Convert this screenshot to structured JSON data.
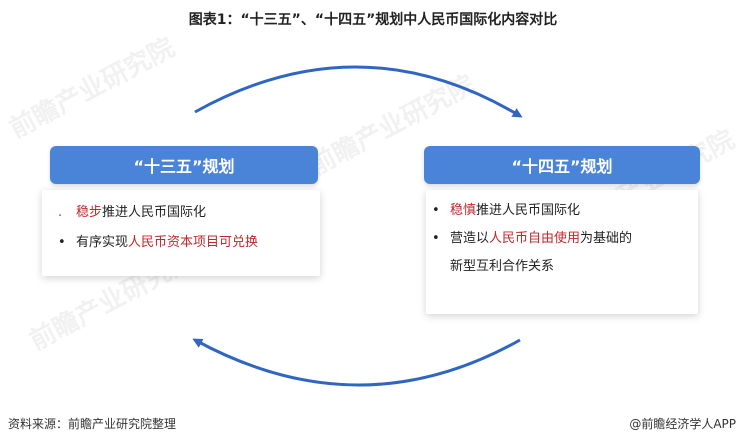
{
  "title": "图表1：“十三五”、“十四五”规划中人民币国际化内容对比",
  "watermark_text": "前瞻产业研究院",
  "left_panel": {
    "header": "“十三五”规划",
    "items": [
      {
        "parts": [
          {
            "text": "稳步",
            "highlight": true
          },
          {
            "text": "推进人民币国际化",
            "highlight": false
          }
        ]
      },
      {
        "parts": [
          {
            "text": "有序实现",
            "highlight": false
          },
          {
            "text": "人民币资本项目可兑换",
            "highlight": true
          }
        ]
      }
    ]
  },
  "right_panel": {
    "header": "“十四五”规划",
    "items": [
      {
        "parts": [
          {
            "text": "稳慎",
            "highlight": true
          },
          {
            "text": "推进人民币国际化",
            "highlight": false
          }
        ]
      },
      {
        "parts": [
          {
            "text": "营造以",
            "highlight": false
          },
          {
            "text": "人民币自由使用",
            "highlight": true
          },
          {
            "text": "为基础的",
            "highlight": false
          }
        ]
      },
      {
        "parts": [
          {
            "text": "新型互利合作关系",
            "highlight": false
          }
        ]
      }
    ]
  },
  "footer": {
    "source": "资料来源：前瞻产业研究院整理",
    "brand": "@前瞻经济学人APP"
  },
  "colors": {
    "header_bg": "#4a84d8",
    "arrow": "#2f66c2",
    "highlight": "#c0282b"
  },
  "icons": [
    "arrow-curve-right-icon",
    "arrow-curve-left-icon",
    "bullet-dot-icon"
  ]
}
